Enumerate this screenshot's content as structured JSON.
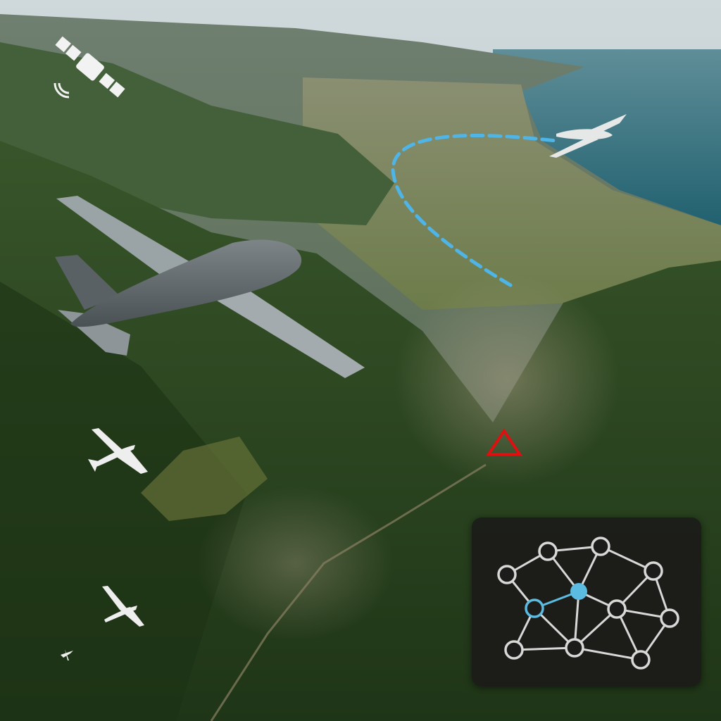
{
  "scene": {
    "icons": [
      "satellite-icon",
      "target-triangle-icon",
      "mesh-network-icon"
    ],
    "aircraft": [
      "large-drone",
      "distant-drone",
      "small-drone-1",
      "small-drone-2",
      "tiny-drone"
    ],
    "colors": {
      "sky": "#c9d3d6",
      "sea": "#2f6f7c",
      "forest": "#2d4a22",
      "flight_path": "#4fb4e6",
      "target": "#e01010",
      "network_node": "#d8d8d8",
      "network_active": "#5bbbe0",
      "panel_bg": "#1c1c1a"
    }
  },
  "network": {
    "nodes": [
      "A",
      "B",
      "C",
      "D",
      "E",
      "F",
      "G",
      "H",
      "I",
      "J",
      "K"
    ],
    "active_node": "E",
    "linked_node": "F",
    "edges": [
      [
        "A",
        "B"
      ],
      [
        "B",
        "C"
      ],
      [
        "C",
        "D"
      ],
      [
        "A",
        "F"
      ],
      [
        "B",
        "E"
      ],
      [
        "C",
        "E"
      ],
      [
        "E",
        "F"
      ],
      [
        "E",
        "G"
      ],
      [
        "E",
        "J"
      ],
      [
        "D",
        "G"
      ],
      [
        "D",
        "H"
      ],
      [
        "G",
        "H"
      ],
      [
        "G",
        "J"
      ],
      [
        "G",
        "K"
      ],
      [
        "H",
        "K"
      ],
      [
        "F",
        "I"
      ],
      [
        "F",
        "J"
      ],
      [
        "I",
        "J"
      ],
      [
        "J",
        "K"
      ]
    ],
    "highlighted_edge": [
      "E",
      "F"
    ]
  }
}
